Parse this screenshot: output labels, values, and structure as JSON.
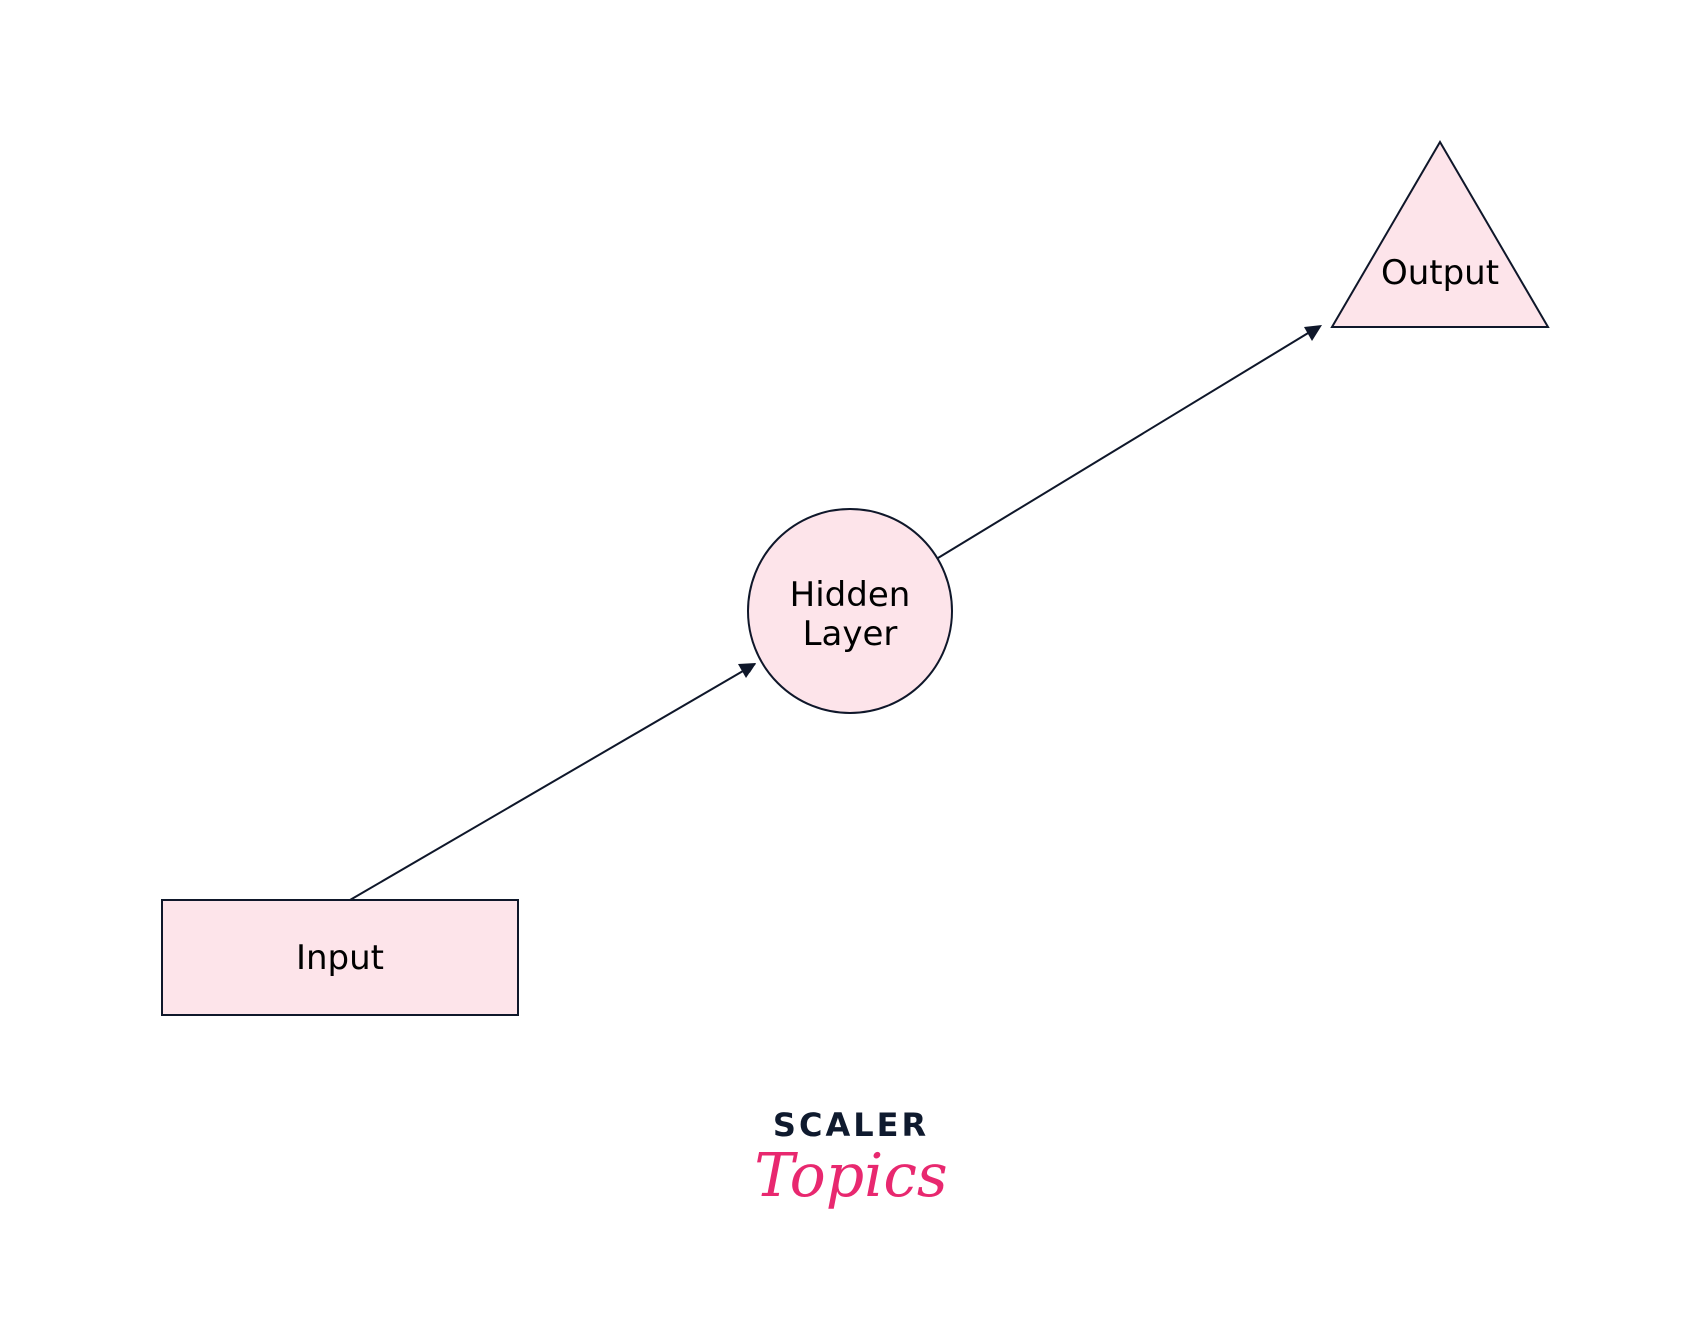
{
  "diagram": {
    "nodes": [
      {
        "id": "input",
        "label": "Input",
        "shape": "rectangle"
      },
      {
        "id": "hidden",
        "label_lines": [
          "Hidden",
          "Layer"
        ],
        "shape": "circle"
      },
      {
        "id": "output",
        "label": "Output",
        "shape": "triangle"
      }
    ],
    "edges": [
      {
        "from": "input",
        "to": "hidden"
      },
      {
        "from": "hidden",
        "to": "output"
      }
    ]
  },
  "logo": {
    "line1": "SCALER",
    "line2": "Topics"
  },
  "colors": {
    "node_fill": "#fde4ea",
    "stroke": "#0f172a",
    "logo_dark": "#0f1a2e",
    "logo_pink": "#e8286f"
  }
}
